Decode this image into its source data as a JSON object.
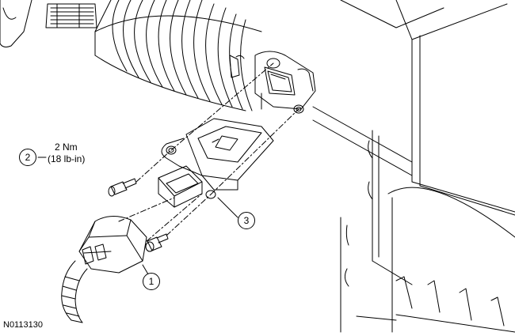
{
  "figure_id": "N0113130",
  "callouts": [
    {
      "number": "1"
    },
    {
      "number": "2",
      "torque_nm": "2 Nm",
      "torque_lbin": "(18 lb-in)"
    },
    {
      "number": "3"
    }
  ],
  "colors": {
    "line": "#000000",
    "background": "#ffffff"
  }
}
